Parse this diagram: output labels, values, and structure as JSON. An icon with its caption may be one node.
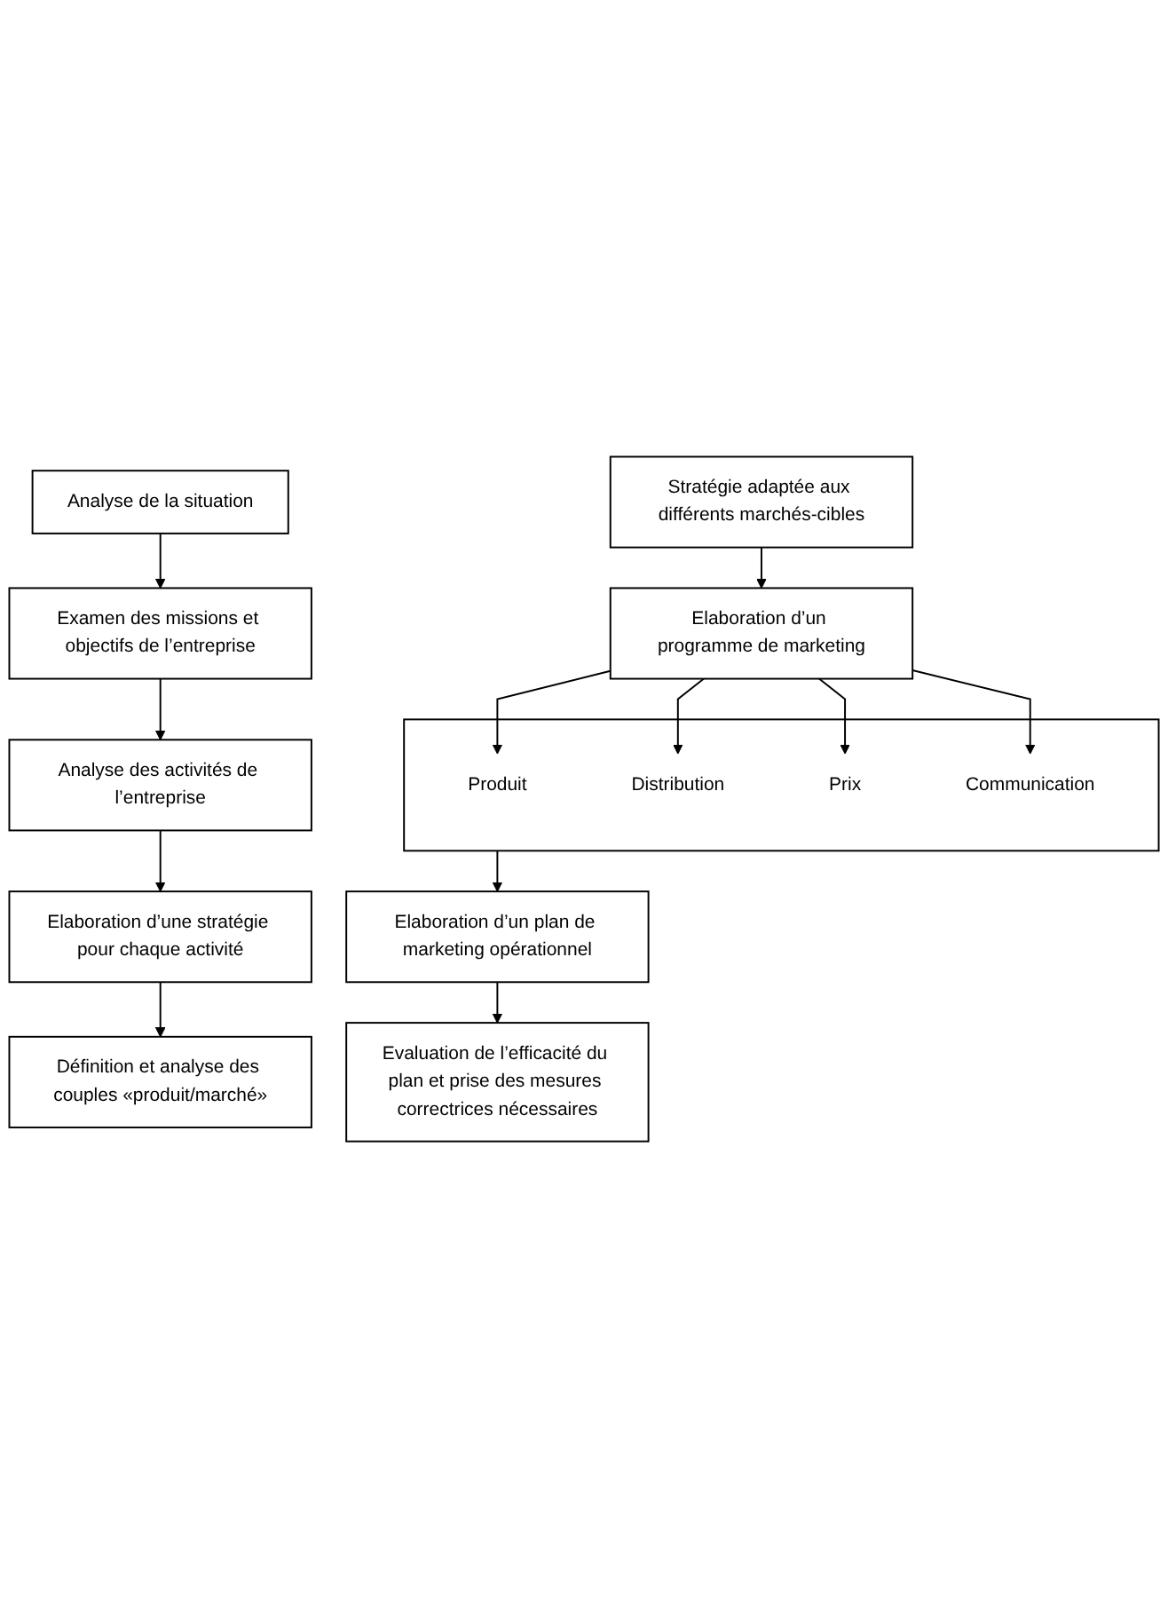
{
  "diagram": {
    "nodes": [
      {
        "text": [
          "Analyse de la situation"
        ]
      },
      {
        "text": [
          "Examen des missions et objectifs de l’entreprise"
        ]
      },
      {
        "text": [
          "Analyse des activités de l’entreprise"
        ]
      },
      {
        "text": [
          "Elaboration d’une stratégie pour chaque activité"
        ]
      },
      {
        "text": [
          "Définition et analyse des couples «produit/marché»"
        ]
      },
      {
        "text": [
          "Stratégie adaptée aux différents marchés-cibles"
        ]
      },
      {
        "text": [
          "Elaboration d’un programme de marketing"
        ]
      },
      {
        "text": [],
        "shape": "box"
      },
      {
        "text": [
          "Produit"
        ],
        "in": 7
      },
      {
        "text": [
          "Distribution"
        ],
        "in": 7
      },
      {
        "text": [
          "Prix"
        ],
        "in": 7
      },
      {
        "text": [
          "Communication"
        ],
        "in": 7
      },
      {
        "text": [
          "Elaboration d’un plan de marketing opérationnel"
        ]
      },
      {
        "text": [
          "Evaluation de l’efficacité du plan et prise des mesures correctrices nécessaires"
        ]
      }
    ],
    "edges": [
      {
        "from": 0,
        "to": 1,
        "arrow": "to"
      },
      {
        "from": 1,
        "to": 2,
        "arrow": "to"
      },
      {
        "from": 2,
        "to": 3,
        "arrow": "to"
      },
      {
        "from": 3,
        "to": 4,
        "arrow": "to"
      },
      {
        "from": 5,
        "to": 6,
        "arrow": "to"
      },
      {
        "from": 6,
        "to": 8,
        "arrow": "to"
      },
      {
        "from": 6,
        "to": 9,
        "arrow": "to"
      },
      {
        "from": 6,
        "to": 10,
        "arrow": "to"
      },
      {
        "from": 6,
        "to": 11,
        "arrow": "to"
      },
      {
        "from": 7,
        "to": 12,
        "arrow": "to"
      },
      {
        "from": 12,
        "to": 13,
        "arrow": "to"
      }
    ]
  }
}
